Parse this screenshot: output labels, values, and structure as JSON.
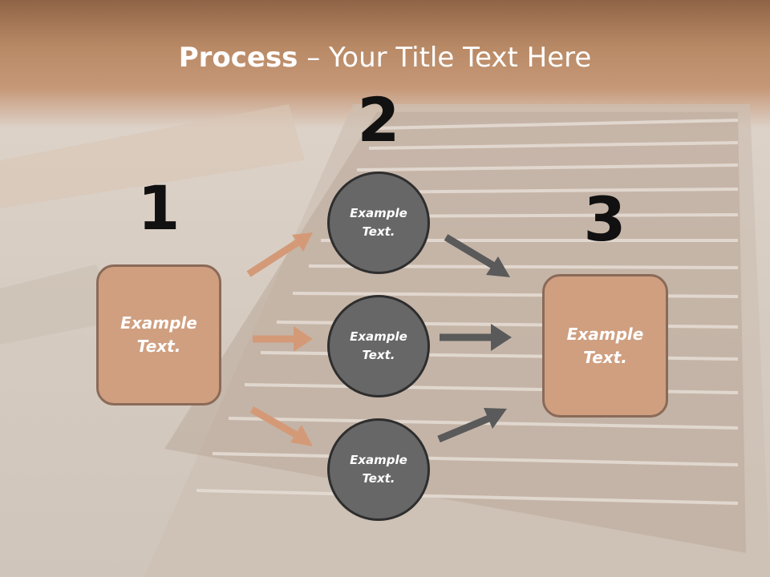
{
  "title": {
    "bold": "Process",
    "rest": " – Your Title Text Here"
  },
  "steps": [
    {
      "number": "1"
    },
    {
      "number": "2"
    },
    {
      "number": "3"
    }
  ],
  "left_box": {
    "label": "Example\nText."
  },
  "circles": [
    {
      "label": "Example\nText."
    },
    {
      "label": "Example\nText."
    },
    {
      "label": "Example\nText."
    }
  ],
  "right_box": {
    "label": "Example\nText."
  },
  "colors": {
    "orange": "#d49a78",
    "gray": "#5a5a5a",
    "box_fill": "#cf9f80",
    "circle_fill": "#676767"
  }
}
